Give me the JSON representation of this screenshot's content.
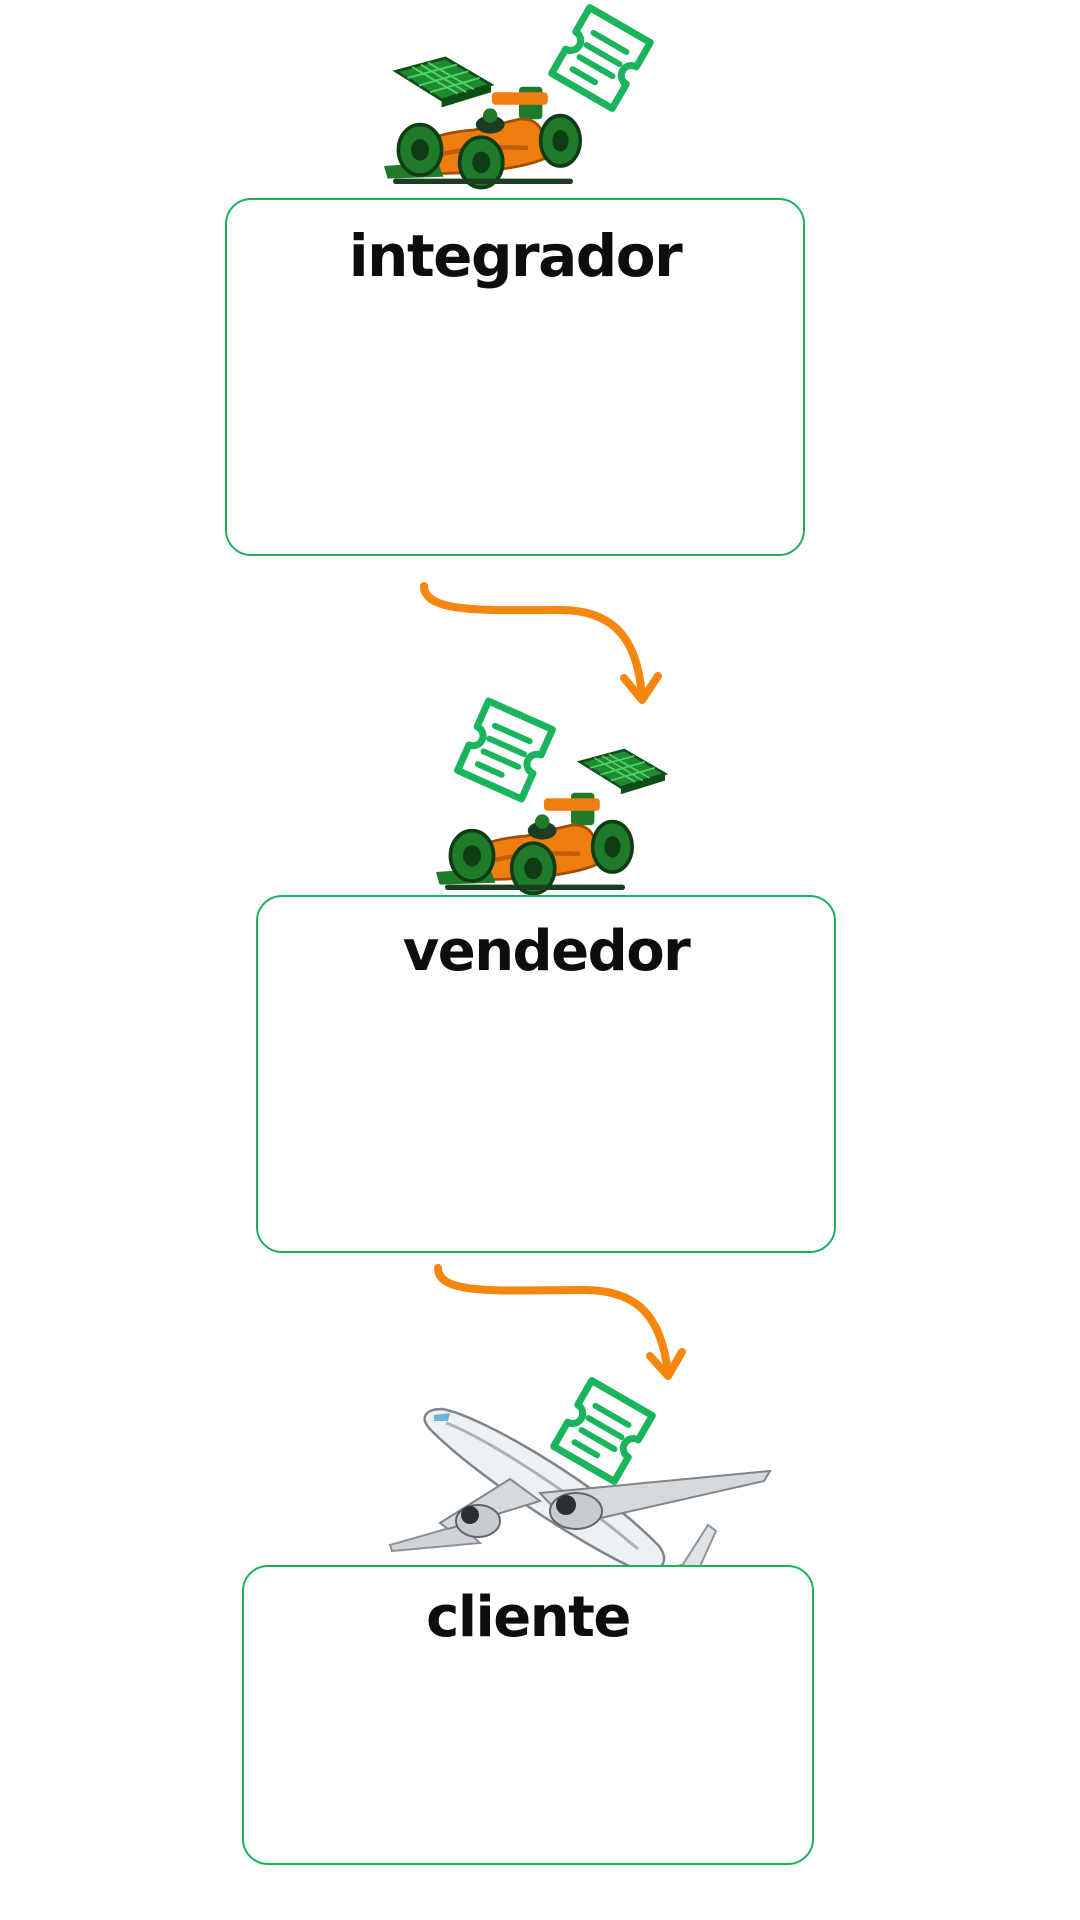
{
  "colors": {
    "card_border": "#1db061",
    "arrow": "#f5870f",
    "ticket": "#19b45c",
    "car_orange": "#f07d10",
    "car_green": "#1f7a2a",
    "title_text": "#0d0d0d",
    "faded_text": "#fdfcf0"
  },
  "steps": [
    {
      "title": "integrador",
      "description": "",
      "icons": [
        "race-car-icon",
        "solar-panel-icon",
        "ticket-icon"
      ]
    },
    {
      "title": "vendedor",
      "description": "",
      "icons": [
        "race-car-icon",
        "solar-panel-icon",
        "ticket-icon"
      ]
    },
    {
      "title": "cliente",
      "description": "",
      "icons": [
        "airplane-icon",
        "ticket-icon"
      ]
    }
  ],
  "connectors": [
    {
      "from": "integrador",
      "to": "vendedor",
      "icon": "curved-arrow-icon"
    },
    {
      "from": "vendedor",
      "to": "cliente",
      "icon": "curved-arrow-icon"
    }
  ]
}
